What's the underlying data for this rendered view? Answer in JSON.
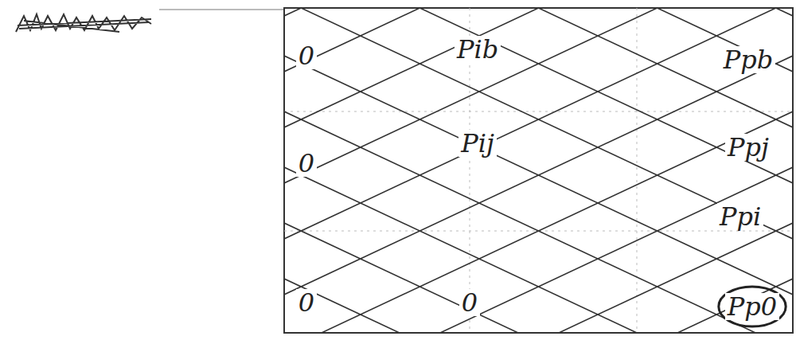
{
  "diagram": {
    "labels": [
      "0",
      "Pib",
      "Ppb",
      "0",
      "Pij",
      "Ppj",
      "Ppi",
      "0",
      "0",
      "Pp0"
    ]
  }
}
